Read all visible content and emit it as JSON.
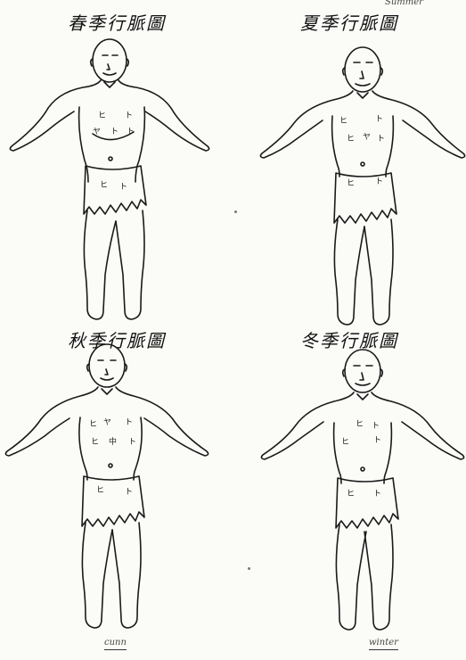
{
  "panels": [
    {
      "id": "spring",
      "title": "春季行脈圖"
    },
    {
      "id": "summer",
      "title": "夏季行脈圖"
    },
    {
      "id": "autumn",
      "title": "秋季行脈圖"
    },
    {
      "id": "winter",
      "title": "冬季行脈圖"
    }
  ],
  "captions": {
    "top_right": "Summer",
    "bottom_left": "cunn",
    "bottom_right": "winter"
  },
  "colors": {
    "ink": "#1a1a1a",
    "paper": "#fbfbf8"
  }
}
